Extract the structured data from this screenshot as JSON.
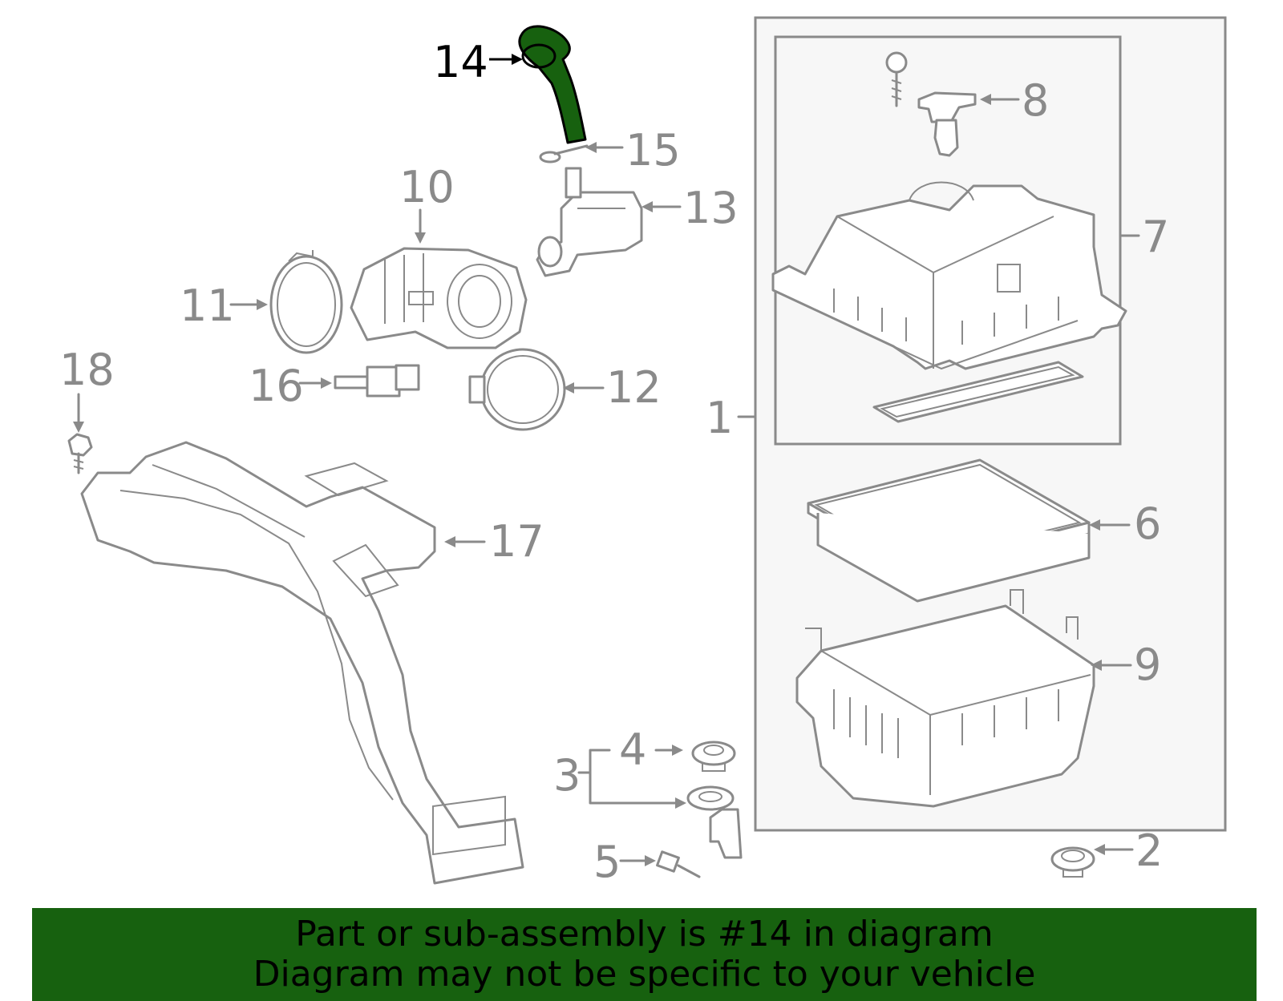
{
  "labels": {
    "l1": "1",
    "l2": "2",
    "l3": "3",
    "l4": "4",
    "l5": "5",
    "l6": "6",
    "l7": "7",
    "l8": "8",
    "l9": "9",
    "l10": "10",
    "l11": "11",
    "l12": "12",
    "l13": "13",
    "l14": "14",
    "l15": "15",
    "l16": "16",
    "l17": "17",
    "l18": "18"
  },
  "highlight_part": "14",
  "colors": {
    "highlight": "#17610f",
    "line": "#8a8a8a",
    "banner": "#17610f"
  },
  "banner": {
    "line1": "Part or sub-assembly is #14 in diagram",
    "line2": "Diagram may not be specific to your vehicle"
  }
}
